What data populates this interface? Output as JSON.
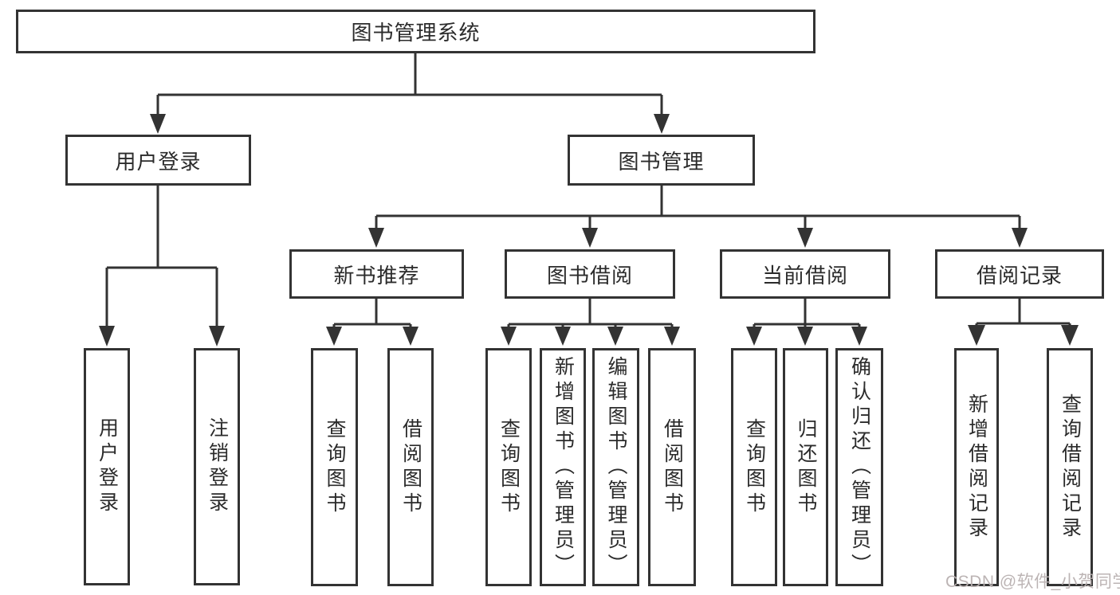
{
  "tree": {
    "root": "图书管理系统",
    "level2": [
      "用户登录",
      "图书管理"
    ],
    "level3": [
      "新书推荐",
      "图书借阅",
      "当前借阅",
      "借阅记录"
    ],
    "leaves": {
      "user_login": [
        "用户登录",
        "注销登录"
      ],
      "new_book": [
        "查询图书",
        "借阅图书"
      ],
      "book_borrow": [
        "查询图书",
        "新增图书（管理员）",
        "编辑图书（管理员）",
        "借阅图书"
      ],
      "current_borrow": [
        "查询图书",
        "归还图书",
        "确认归还（管理员）"
      ],
      "borrow_record": [
        "新增借阅记录",
        "查询借阅记录"
      ]
    }
  },
  "watermark": "CSDN @软件_小贺同学",
  "colors": {
    "line": "#333333",
    "box_border": "#333333",
    "box_fill": "#ffffff",
    "text": "#2b2b2b",
    "background": "#ffffff",
    "watermark": "#b9b1b1"
  }
}
